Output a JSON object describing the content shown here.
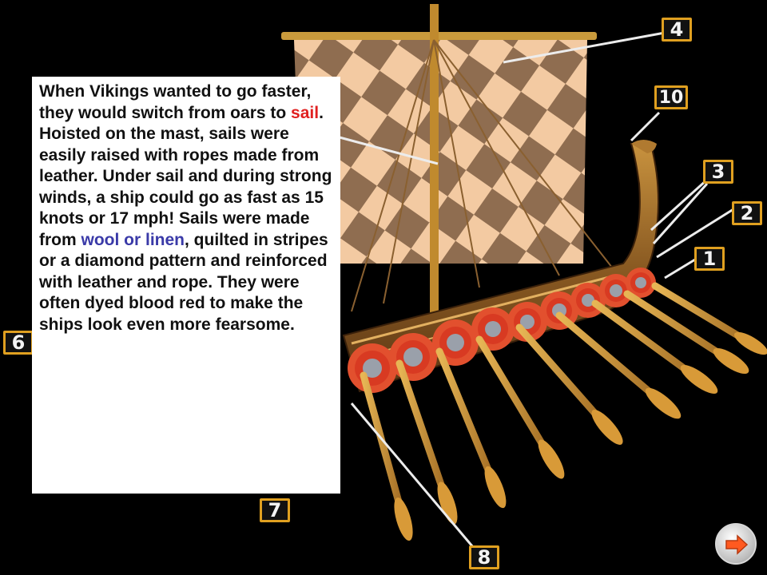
{
  "slide": {
    "info_text": {
      "part1": "When Vikings wanted to go faster, they would switch from oars to ",
      "highlight_sail": "sail",
      "part2": ". Hoisted on the mast, sails were easily raised with ropes made from leather. Under sail and during strong winds, a ship could go as fast as 15 knots or 17 mph! Sails were made from ",
      "highlight_material": "wool or linen",
      "part3": ", quilted in stripes or a diamond pattern and reinforced with leather and rope. They were often dyed blood red to make the ships look even more fearsome."
    },
    "labels": {
      "l1": "1",
      "l2": "2",
      "l3": "3",
      "l4": "4",
      "l6": "6",
      "l7": "7",
      "l8": "8",
      "l10": "10"
    },
    "next_button": {
      "icon": "right-arrow-icon"
    }
  },
  "colors": {
    "background": "#000000",
    "label_border": "#e0a020",
    "sail_light": "#f3caa2",
    "sail_dark": "#8a6a4e",
    "wood": "#b07a30",
    "shield_red": "#e03a28",
    "highlight_red": "#e02020",
    "highlight_blue": "#3a3aa8",
    "arrow_orange": "#ff5a20"
  }
}
